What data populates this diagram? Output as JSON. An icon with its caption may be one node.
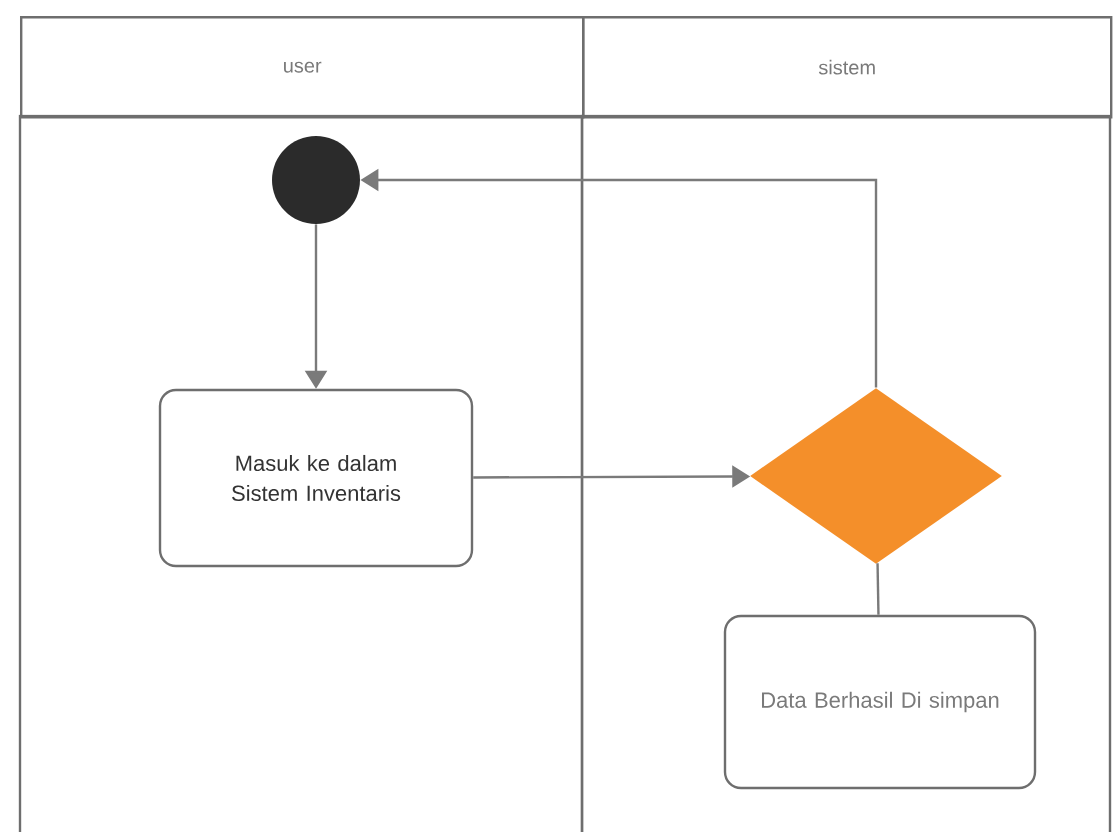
{
  "diagram": {
    "nodes": [
      {
        "text": [
          "user"
        ]
      },
      {
        "text": [
          "sistem"
        ]
      },
      {
        "text": [],
        "shape": "circle",
        "in": 0
      },
      {
        "text": [
          "Masuk ke dalam Sistem Inventaris"
        ],
        "in": 0
      },
      {
        "text": [],
        "shape": "diamond",
        "in": 1
      },
      {
        "text": [
          "Data Berhasil Di simpan"
        ],
        "in": 1
      }
    ],
    "edges": [
      {
        "from": 2,
        "to": 3,
        "arrow": "to"
      },
      {
        "from": 3,
        "to": 4,
        "arrow": "to"
      },
      {
        "from": 4,
        "to": 2,
        "arrow": "to"
      },
      {
        "from": 4,
        "to": 5,
        "arrow": "none"
      }
    ]
  }
}
